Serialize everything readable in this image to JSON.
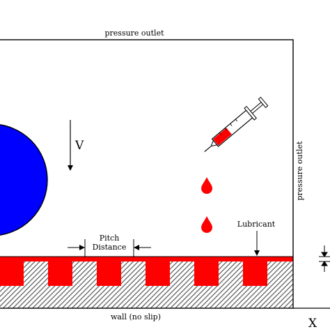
{
  "labels": {
    "top_boundary": "pressure outlet",
    "right_boundary": "pressure outlet",
    "bottom_boundary": "wall (no slip)",
    "velocity": "V",
    "pitch_line1": "Pitch",
    "pitch_line2": "Distance",
    "lubricant": "Lubricant",
    "x_axis": "X"
  },
  "colors": {
    "droplet": "#0000ff",
    "lubricant": "#ff0000",
    "outline": "#000000",
    "hatch": "#555555"
  },
  "icons": {
    "syringe": "syringe-icon",
    "drops": "lubricant-drop-icon"
  },
  "surface": {
    "pillar_count": 6
  }
}
